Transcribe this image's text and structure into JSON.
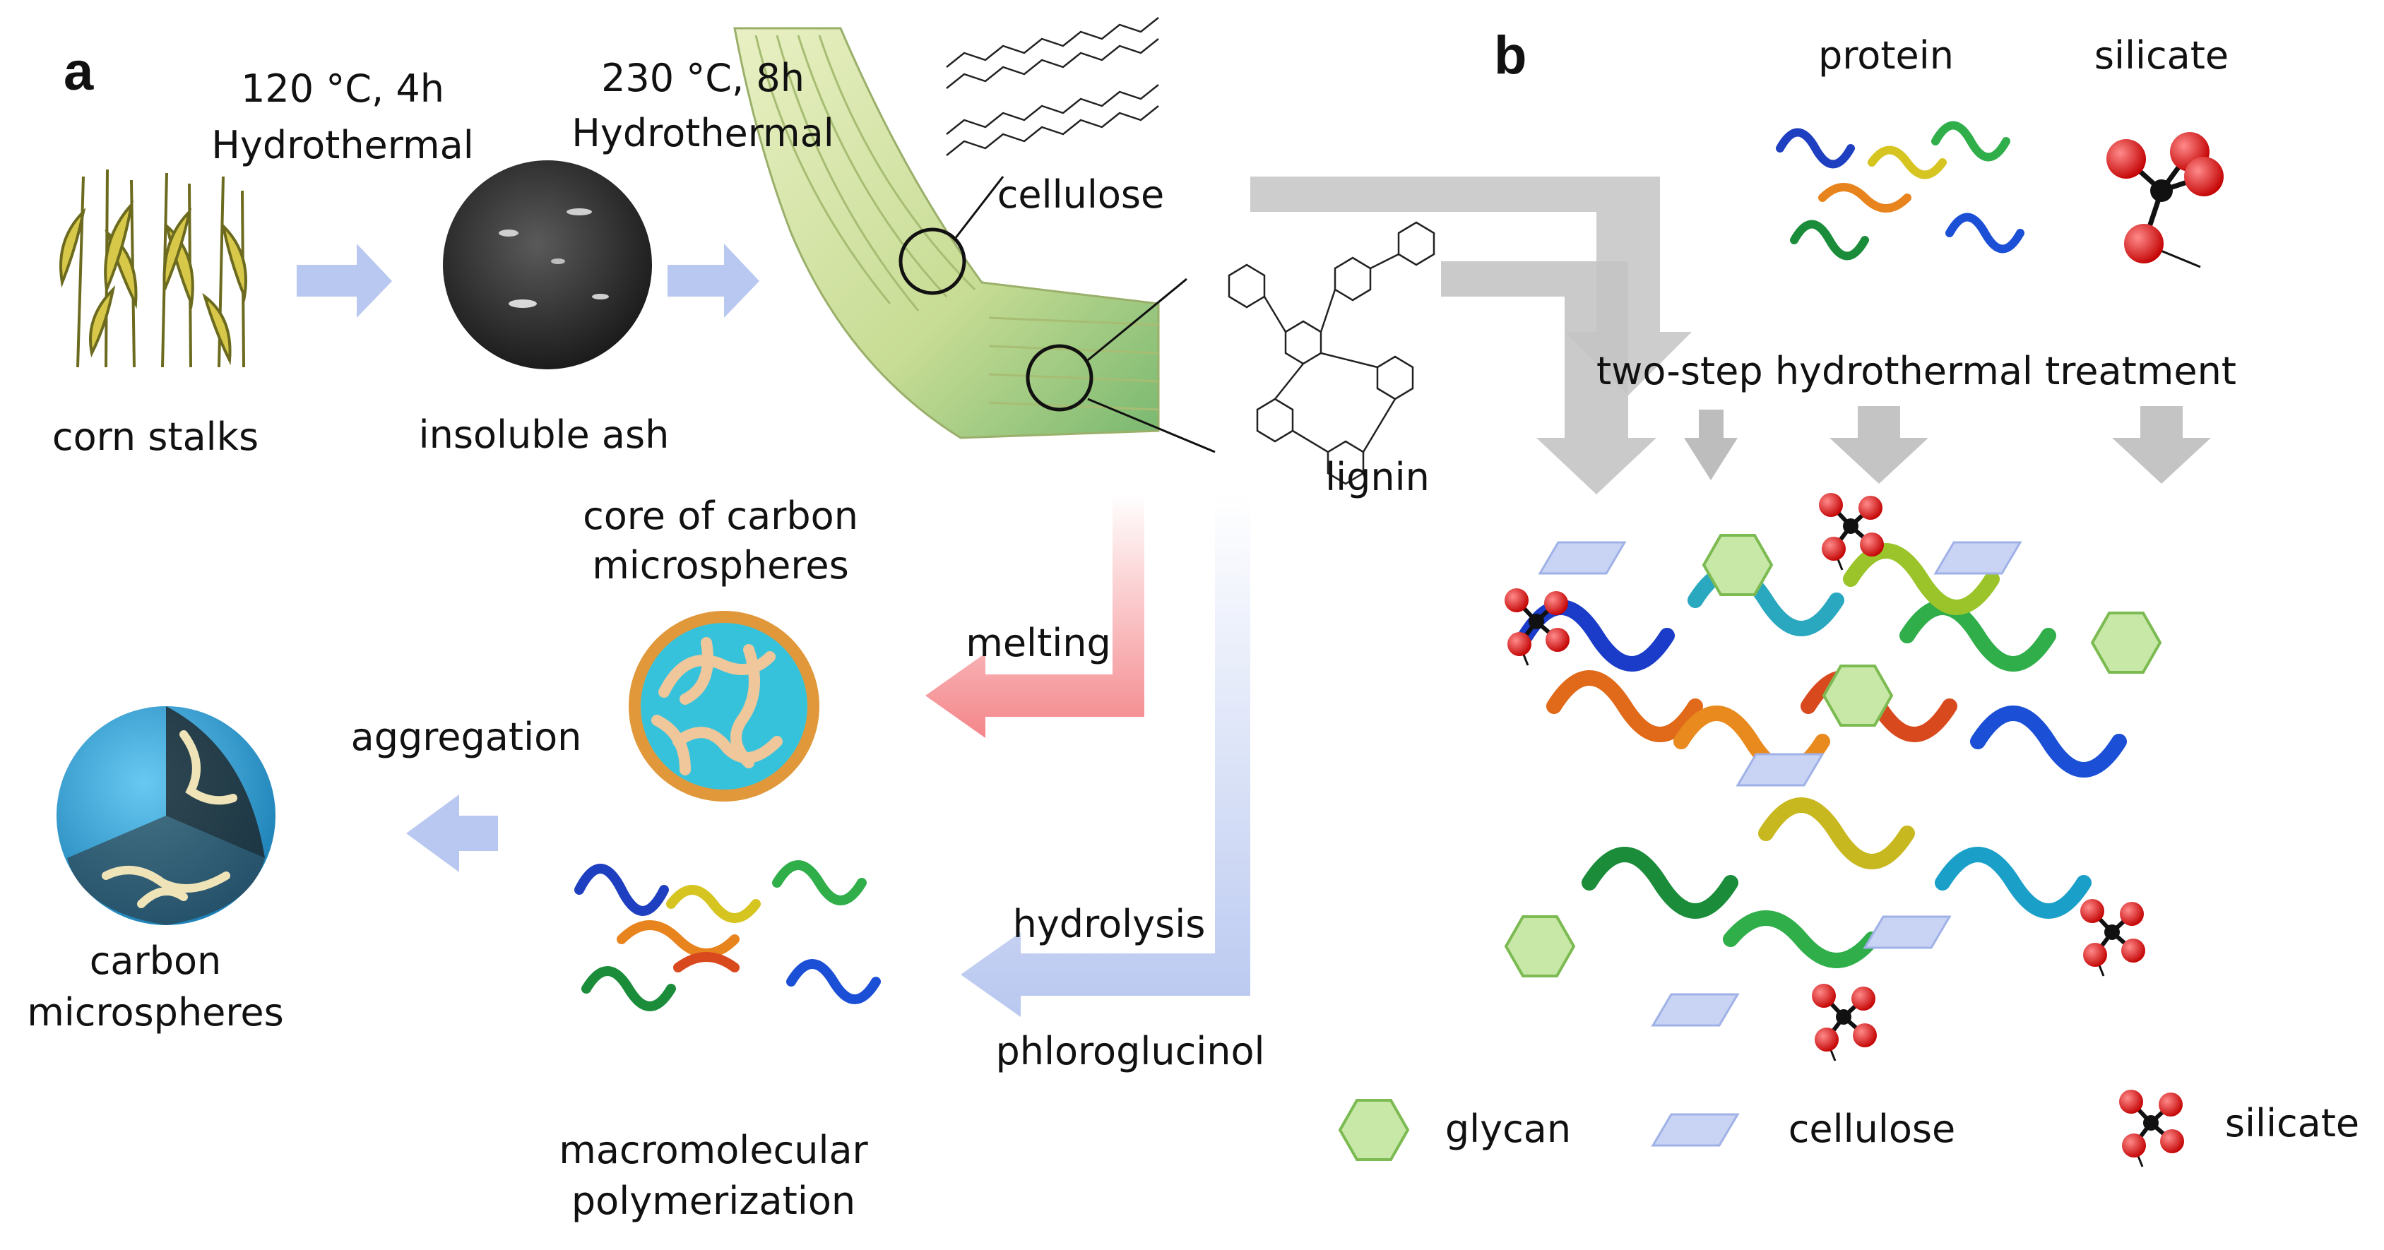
{
  "panels": {
    "a": "a",
    "b": "b"
  },
  "steps": {
    "step1_line1": "120 °C, 4h",
    "step1_line2": "Hydrothermal",
    "step2_line1": "230 °C, 8h",
    "step2_line2": "Hydrothermal"
  },
  "labels": {
    "corn_stalks": "corn stalks",
    "insoluble_ash": "insoluble ash",
    "cellulose": "cellulose",
    "lignin": "lignin",
    "core_line1": "core of carbon",
    "core_line2": "microspheres",
    "melting": "melting",
    "aggregation": "aggregation",
    "carbon_line1": "carbon",
    "carbon_line2": "microspheres",
    "hydrolysis": "hydrolysis",
    "phloroglucinol": "phloroglucinol",
    "macro_line1": "macromolecular",
    "macro_line2": "polymerization",
    "protein": "protein",
    "silicate_top": "silicate",
    "treatment": "two-step hydrothermal treatment"
  },
  "legend": {
    "glycan": "glycan",
    "cellulose": "cellulose",
    "silicate": "silicate"
  },
  "colors": {
    "blue_arrow": "#b9c8f0",
    "red_arrow": "#f4868a",
    "gray_arrow": "#c4c4c4",
    "glycan_fill": "#c7e8a6",
    "glycan_stroke": "#7cba52",
    "cellulose_fill": "#c9d3f4",
    "silicate_red": "#d81e1e",
    "sphere_blue": "#2ea8de",
    "core_orange": "#e0983a"
  },
  "icons": [
    "corn-stalk-icon",
    "ash-disc-icon",
    "fiber-bundle-icon",
    "protein-ribbon-icon",
    "silicate-molecule-icon",
    "carbon-sphere-icon",
    "core-disc-icon"
  ]
}
